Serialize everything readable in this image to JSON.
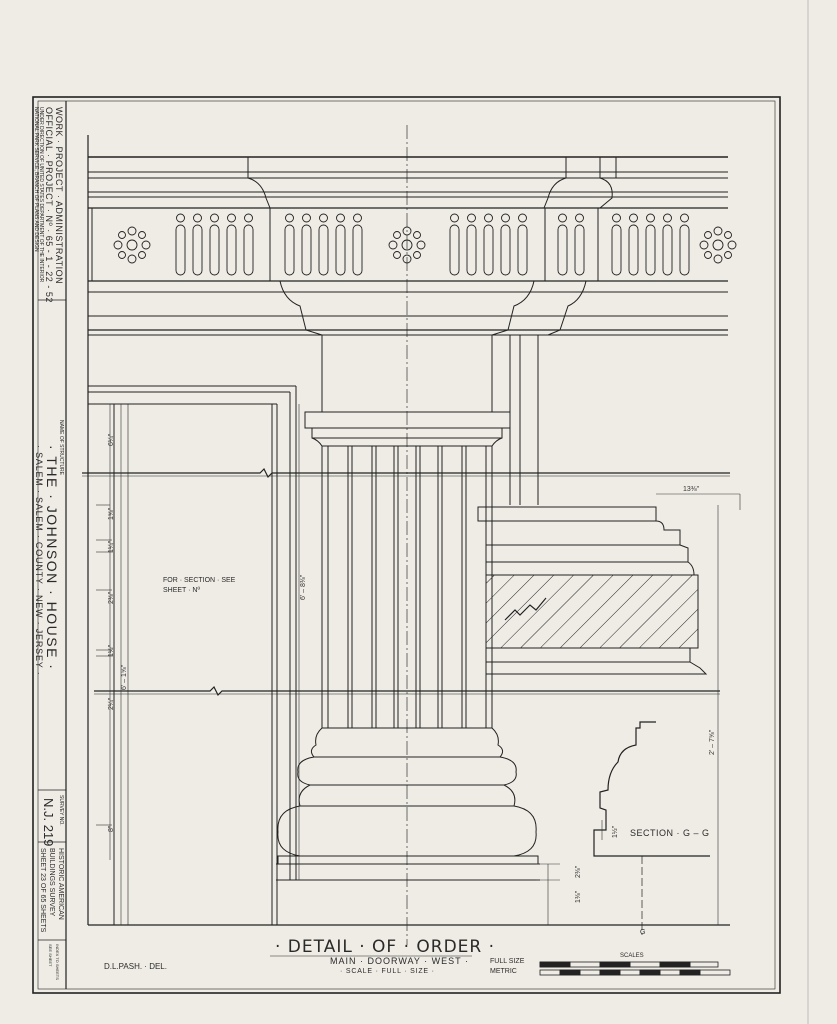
{
  "title_block": {
    "project_line1": "WORK · PROJECT · ADMINISTRATION",
    "project_line2": "OFFICIAL · PROJECT · Nº · 65 - 1 - 22 - 52",
    "project_line3": "UNDER DIRECTION OF UNITED STATES DEPARTMENT OF THE INTERIOR",
    "project_line4": "NATIONAL PARK SERVICE, BRANCH OF PLANS AND DESIGN",
    "name_label": "NAME OF STRUCTURE",
    "structure_name": "· THE · JOHNSON · HOUSE ·",
    "location": "· SALEM · SALEM · COUNTY · NEW · JERSEY ·",
    "survey_label": "SURVEY NO.",
    "survey_number": "N.J. 219",
    "habs_line1": "HISTORIC AMERICAN",
    "habs_line2": "BUILDINGS SURVEY",
    "sheet_info": "SHEET 23 OF 65 SHEETS",
    "small_note1": "INDEX TO SHEETS",
    "small_note2": "SEE SHEET"
  },
  "drawing": {
    "title": "· DETAIL · OF · ORDER ·",
    "subtitle": "MAIN · DOORWAY · WEST ·",
    "scale_note": "· SCALE · FULL · SIZE ·",
    "delineator": "D.L.PASH. · DEL.",
    "scales_label": "SCALES",
    "scale_fullsize": "FULL SIZE",
    "scale_metric": "METRIC",
    "section_note_line1": "FOR · SECTION · SEE",
    "section_note_line2": "SHEET · Nº",
    "section_label": "SECTION · G – G",
    "section_marker": "G"
  },
  "dimensions": {
    "top_right": "13⅜\"",
    "column_height": "6' – 8⅜\"",
    "pilaster_height": "6' – 1⅝\"",
    "right_height": "2' – 7⅝\"",
    "d_left_1": "6¼\"",
    "d_left_2": "1⅝\"",
    "d_left_3": "1¼\"",
    "d_left_4": "2⅜\"",
    "d_left_5": "1½\"",
    "d_left_6": "2¼\"",
    "d_left_7": "8\"",
    "d_base_1": "2⅜\"",
    "d_base_2": "1⅜\"",
    "d_section": "1½\""
  }
}
